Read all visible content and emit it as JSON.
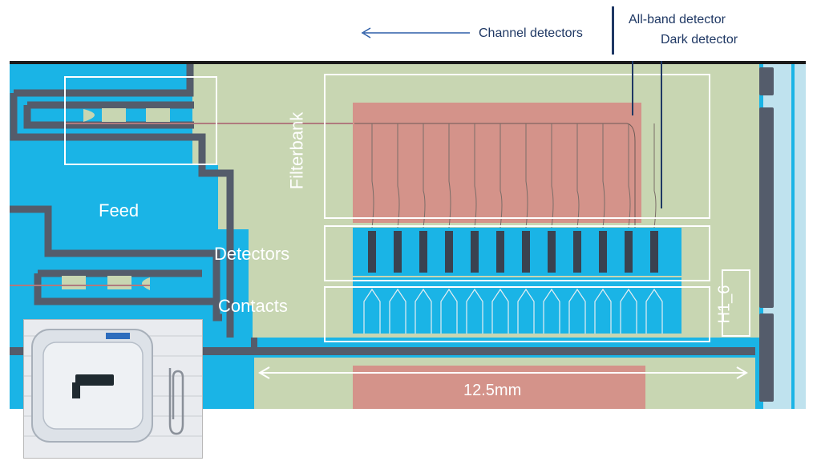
{
  "annotations": {
    "channel_detectors": "Channel detectors",
    "all_band_detector": "All-band detector",
    "dark_detector": "Dark detector",
    "filterbank": "Filterbank",
    "feed": "Feed",
    "detectors": "Detectors",
    "contacts": "Contacts",
    "scale": "12.5mm",
    "chip_id": "H1_6"
  },
  "colors": {
    "substrate": "#1ab4e6",
    "chip_face": "#c8d6b2",
    "filterbank": "#d4938a",
    "line": "#545c6b",
    "label_dark": "#1f3864"
  },
  "inset": {
    "description_icon": "chip-in-box-photo-icon",
    "paperclip_icon": "paperclip-icon"
  }
}
